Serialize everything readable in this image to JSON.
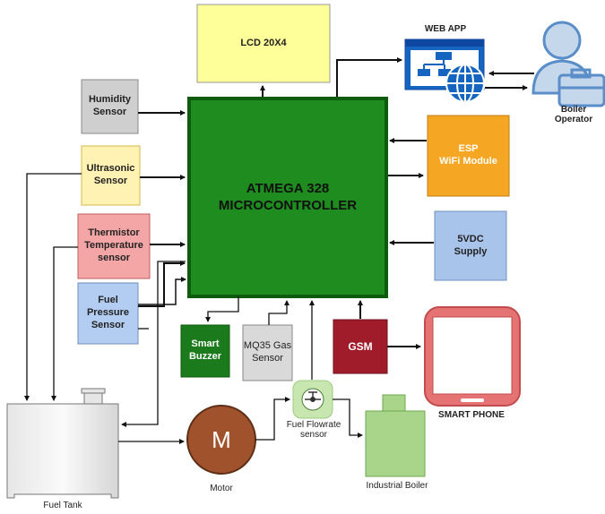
{
  "blocks": {
    "lcd": "LCD 20X4",
    "web_app": "WEB APP",
    "boiler_operator": "Boiler\nOperator",
    "humidity": "Humidity\nSensor",
    "ultrasonic": "Ultrasonic\nSensor",
    "thermistor": "Thermistor\nTemperature\nsensor",
    "fuel_pressure": "Fuel\nPressure\nSensor",
    "mcu": "ATMEGA 328\nMICROCONTROLLER",
    "esp": "ESP\nWiFi Module",
    "supply": "5VDC\nSupply",
    "buzzer": "Smart\nBuzzer",
    "gas": "MQ35 Gas\nSensor",
    "gsm": "GSM",
    "smart_phone": "SMART PHONE",
    "fuel_tank": "Fuel Tank",
    "motor_symbol": "M",
    "motor": "Motor",
    "flowrate": "Fuel Flowrate\nsensor",
    "boiler": "Industrial Boiler"
  },
  "colors": {
    "mcu_fill": "#1e8c1e",
    "lcd_fill": "#ffff99",
    "esp_fill": "#f5a623",
    "supply_fill": "#a9c4eb",
    "humidity_fill": "#cfcfcf",
    "ultrasonic_fill": "#fff2b3",
    "thermistor_fill": "#f4a6a6",
    "fuel_pressure_fill": "#b3cdf2",
    "buzzer_fill": "#1b7a1b",
    "gas_fill": "#d9d9d9",
    "gsm_fill": "#a01c2a",
    "motor_fill": "#a0522d",
    "boiler_fill": "#a8d58a",
    "web_fill": "#1565c0",
    "phone_frame": "#e57373"
  }
}
